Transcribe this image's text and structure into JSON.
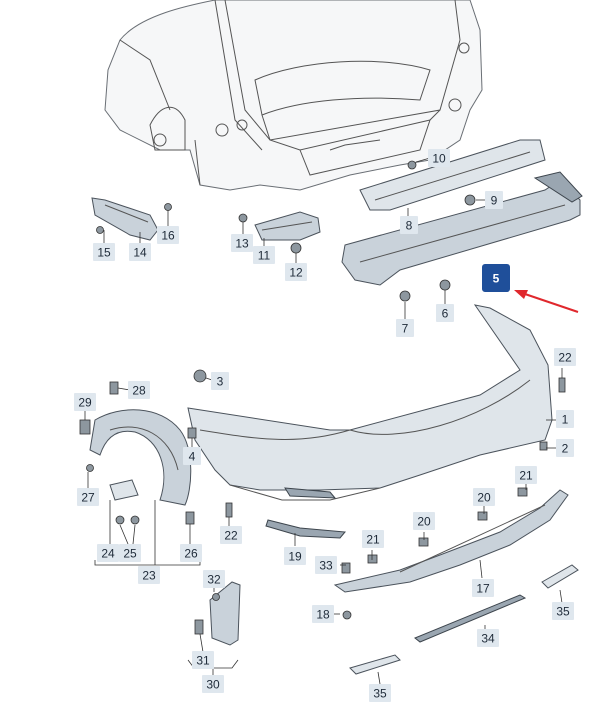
{
  "colors": {
    "label_bg": "#dfe7ee",
    "label_text": "#1e2a38",
    "highlight_bg": "#1f4f9a",
    "highlight_text": "#ffffff",
    "arrow": "#e0282d"
  },
  "labels": [
    {
      "id": "p1",
      "text": "1"
    },
    {
      "id": "p2",
      "text": "2"
    },
    {
      "id": "p3",
      "text": "3"
    },
    {
      "id": "p4",
      "text": "4"
    },
    {
      "id": "p5",
      "text": "5"
    },
    {
      "id": "p6",
      "text": "6"
    },
    {
      "id": "p7",
      "text": "7"
    },
    {
      "id": "p8",
      "text": "8"
    },
    {
      "id": "p9",
      "text": "9"
    },
    {
      "id": "p10",
      "text": "10"
    },
    {
      "id": "p11",
      "text": "11"
    },
    {
      "id": "p12",
      "text": "12"
    },
    {
      "id": "p13",
      "text": "13"
    },
    {
      "id": "p14",
      "text": "14"
    },
    {
      "id": "p15",
      "text": "15"
    },
    {
      "id": "p16",
      "text": "16"
    },
    {
      "id": "p17",
      "text": "17"
    },
    {
      "id": "p18",
      "text": "18"
    },
    {
      "id": "p19",
      "text": "19"
    },
    {
      "id": "p20a",
      "text": "20"
    },
    {
      "id": "p20b",
      "text": "20"
    },
    {
      "id": "p21a",
      "text": "21"
    },
    {
      "id": "p21b",
      "text": "21"
    },
    {
      "id": "p22a",
      "text": "22"
    },
    {
      "id": "p22b",
      "text": "22"
    },
    {
      "id": "p23",
      "text": "23"
    },
    {
      "id": "p24",
      "text": "24"
    },
    {
      "id": "p25",
      "text": "25"
    },
    {
      "id": "p26",
      "text": "26"
    },
    {
      "id": "p27",
      "text": "27"
    },
    {
      "id": "p28",
      "text": "28"
    },
    {
      "id": "p29",
      "text": "29"
    },
    {
      "id": "p30",
      "text": "30"
    },
    {
      "id": "p31",
      "text": "31"
    },
    {
      "id": "p32",
      "text": "32"
    },
    {
      "id": "p33",
      "text": "33"
    },
    {
      "id": "p34",
      "text": "34"
    },
    {
      "id": "p35a",
      "text": "35"
    },
    {
      "id": "p35b",
      "text": "35"
    }
  ],
  "highlighted_label": "5"
}
